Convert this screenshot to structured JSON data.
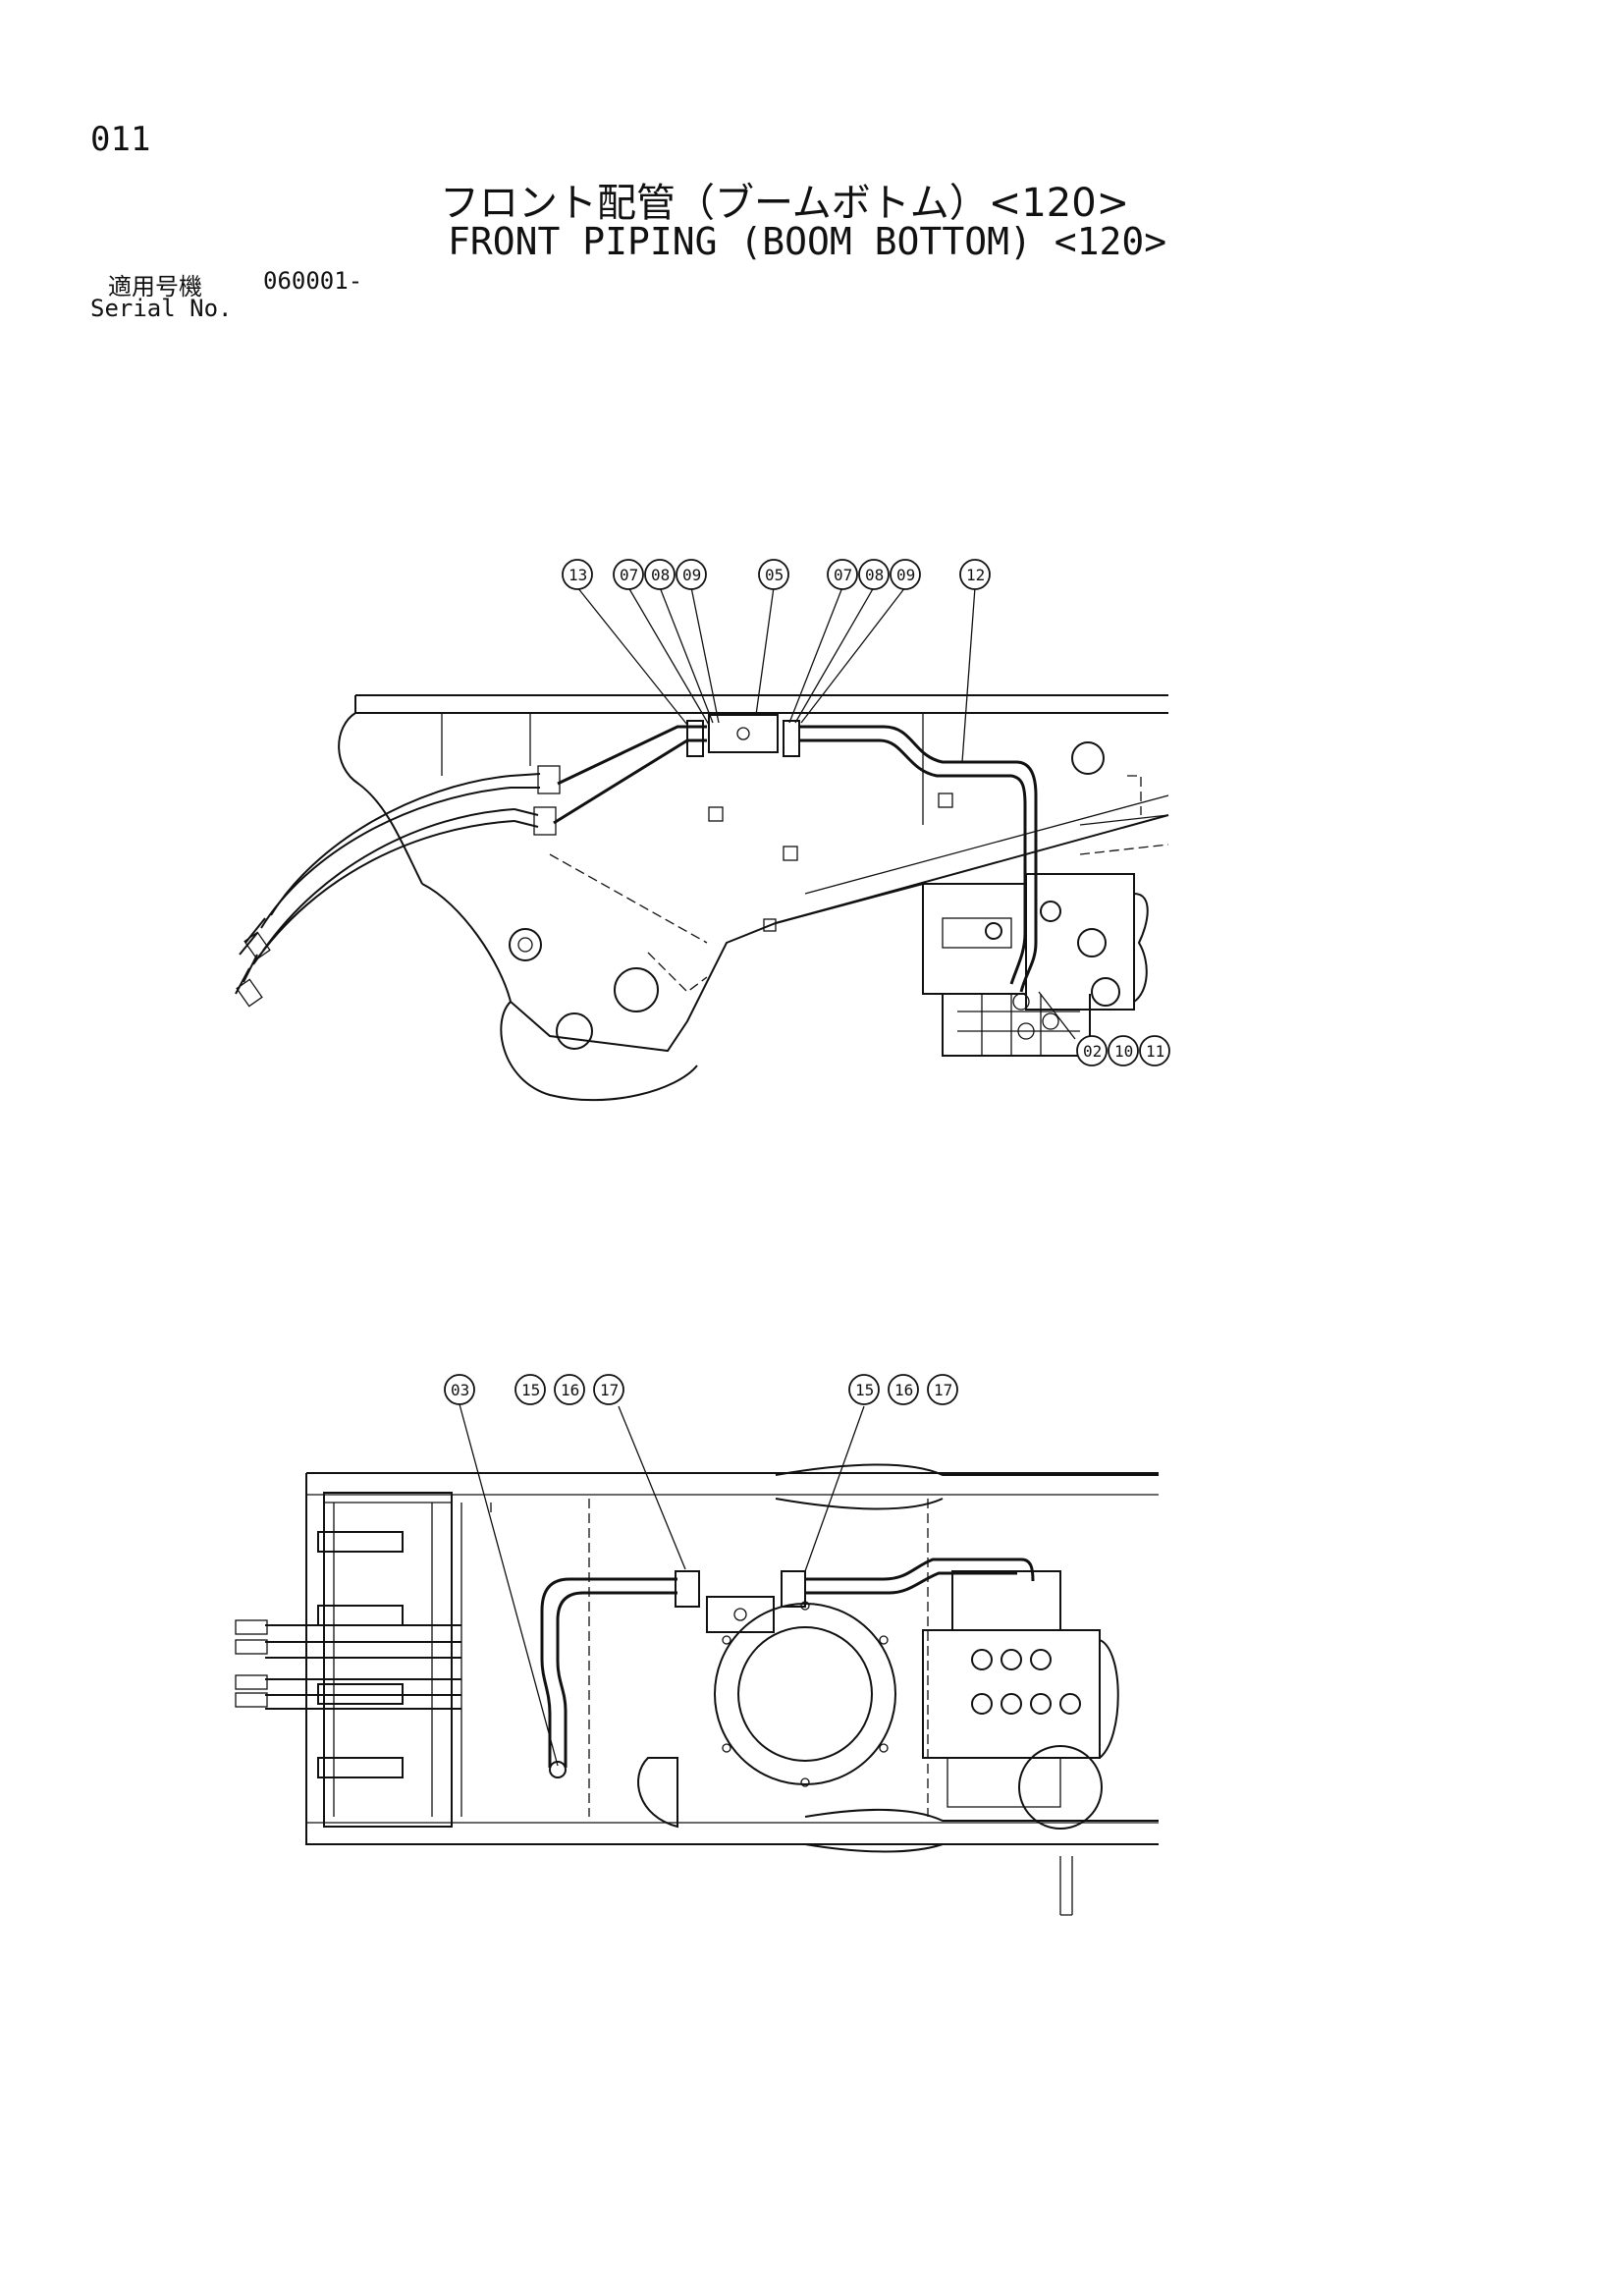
{
  "header": {
    "page_number": "011",
    "title_jp": "フロント配管（ブームボトム）<120>",
    "title_en": "FRONT PIPING (BOOM BOTTOM) <120>",
    "serial_label_jp": "適用号機",
    "serial_value": "060001-",
    "serial_label_en": "Serial No."
  },
  "top_diagram": {
    "callouts": [
      "13",
      "07",
      "08",
      "09",
      "05",
      "07",
      "08",
      "09",
      "12",
      "02",
      "10",
      "11"
    ]
  },
  "bottom_diagram": {
    "callouts": [
      "03",
      "15",
      "16",
      "17",
      "15",
      "16",
      "17"
    ]
  }
}
